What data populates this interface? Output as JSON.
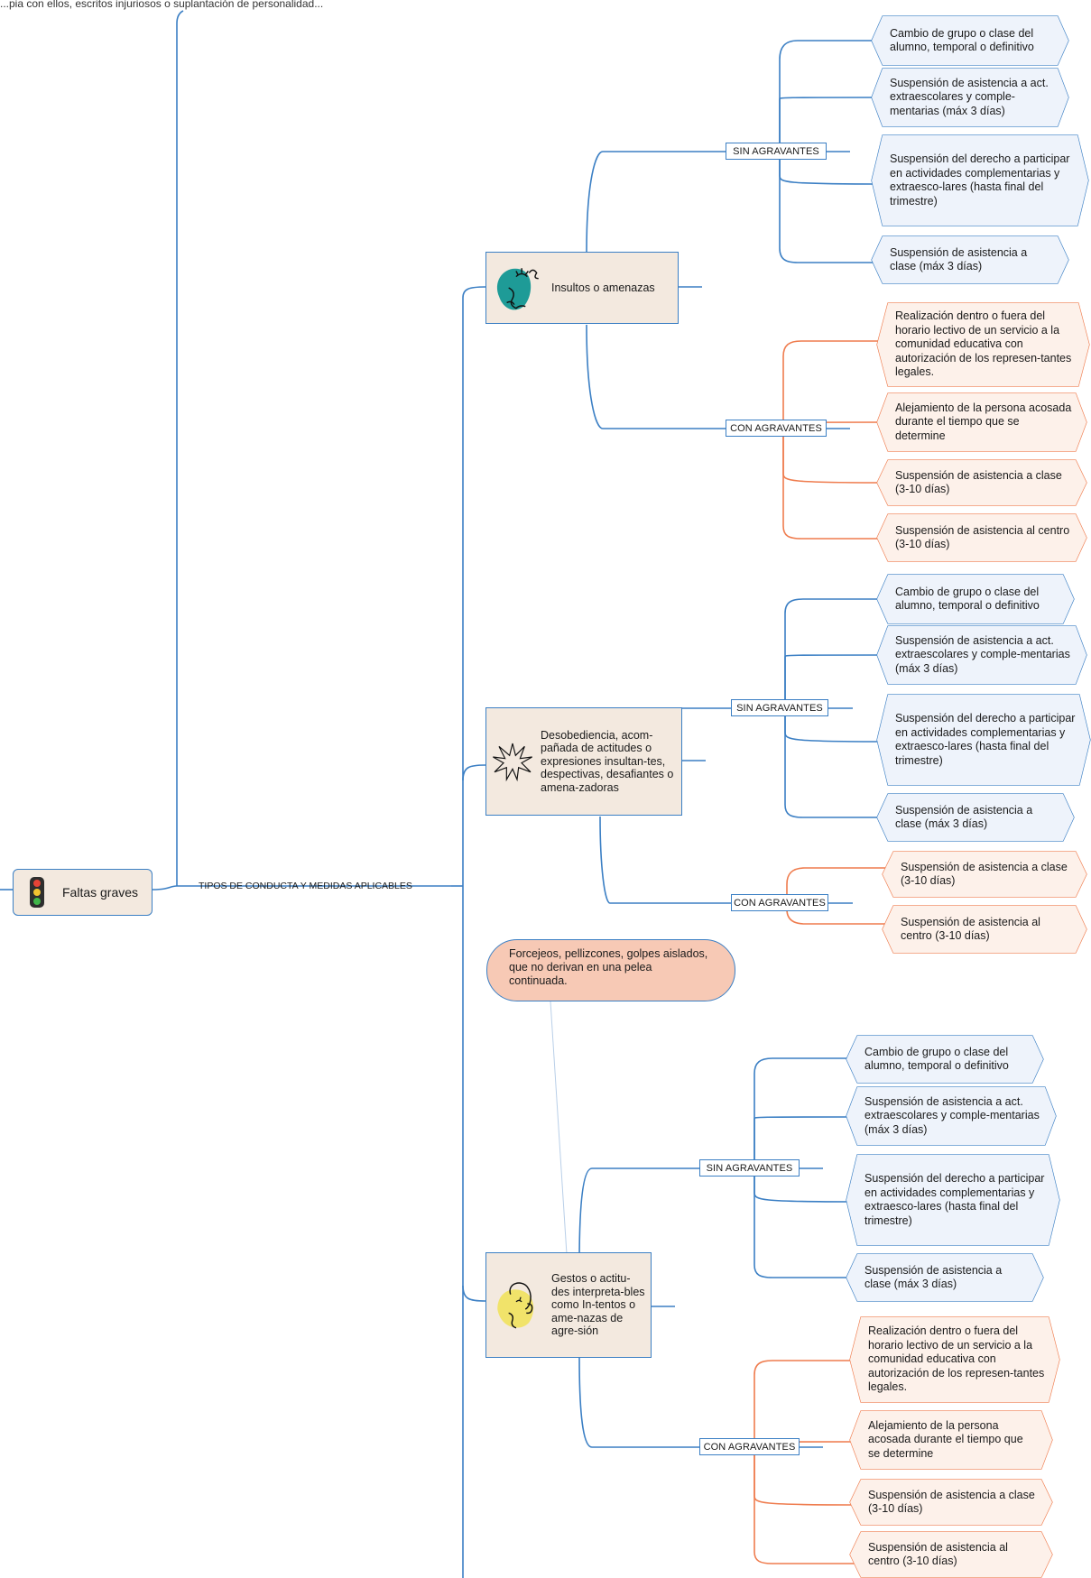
{
  "header_text": "...pia con ellos, escritos injuriosos o suplantación de personalidad...",
  "root": {
    "label": "Faltas graves",
    "icon": "traffic-light-icon"
  },
  "branch_label": "TIPOS DE CONDUCTA Y MEDIDAS APLICABLES",
  "conducts": [
    {
      "label": "Insultos o amenazas",
      "icon": "face-drawing-teal-icon",
      "sin": {
        "tag": "SIN AGRAVANTES",
        "items": [
          "Cambio de grupo o clase del alumno, temporal o definitivo",
          "Suspensión de asistencia a act. extraescolares y comple-mentarias (máx 3 días)",
          "Suspensión del derecho a participar en actividades complementarias y extraesco-lares (hasta final del trimestre)",
          "Suspensión de  asistencia a clase (máx 3 días)"
        ]
      },
      "con": {
        "tag": "CON AGRAVANTES",
        "items": [
          "Realización dentro o fuera del horario lectivo de un servicio a la comunidad educativa con autorización de los represen-tantes legales.",
          "Alejamiento de la persona acosada durante el tiempo que se determine",
          "Suspensión de  asistencia a clase (3-10 días)",
          "Suspensión de  asistencia al centro (3-10 días)"
        ]
      }
    },
    {
      "label": "Desobediencia, acom-pañada de actitudes o expresiones insultan-tes, despectivas, desafiantes o amena-zadoras",
      "icon": "starburst-icon",
      "sin": {
        "tag": "SIN AGRAVANTES",
        "items": [
          "Cambio de grupo o clase del alumno, temporal o definitivo",
          "Suspensión de asistencia a act. extraescolares y comple-mentarias (máx 3 días)",
          "Suspensión del derecho a participar en actividades complementarias y extraesco-lares (hasta final del trimestre)",
          "Suspensión de  asistencia a clase (máx 3 días)"
        ]
      },
      "con": {
        "tag": "CON AGRAVANTES",
        "items": [
          "Suspensión de  asistencia a clase (3-10 días)",
          "Suspensión de  asistencia al centro (3-10 días)"
        ]
      }
    },
    {
      "label": "Gestos o actitu-des interpreta-bles como In-tentos o ame-nazas de agre-sión",
      "icon": "face-drawing-yellow-icon",
      "sin": {
        "tag": "SIN AGRAVANTES",
        "items": [
          "Cambio de grupo o clase del alumno, temporal o definitivo",
          "Suspensión de asistencia a act. extraescolares y comple-mentarias (máx 3 días)",
          "Suspensión del derecho a participar en actividades complementarias y extraesco-lares (hasta final del trimestre)",
          "Suspensión de  asistencia a clase (máx 3 días)"
        ]
      },
      "con": {
        "tag": "CON AGRAVANTES",
        "items": [
          "Realización dentro o fuera del horario lectivo de un servicio a la comunidad educativa con autorización de los represen-tantes legales.",
          "Alejamiento de la persona acosada durante el tiempo que se determine",
          "Suspensión de  asistencia a clase (3-10 días)",
          "Suspensión de  asistencia al centro (3-10 días)"
        ]
      }
    }
  ],
  "note": "Forcejeos, pellizcones, golpes aislados, que no derivan en una pelea continuada.",
  "colors": {
    "blue": "#3b7fc4",
    "orange": "#ef7c4e",
    "topic_fill": "#f3e9df",
    "note_fill": "#f7c9b5",
    "blue_fill": "#eef3fb",
    "orange_fill": "#fdf1ea"
  }
}
